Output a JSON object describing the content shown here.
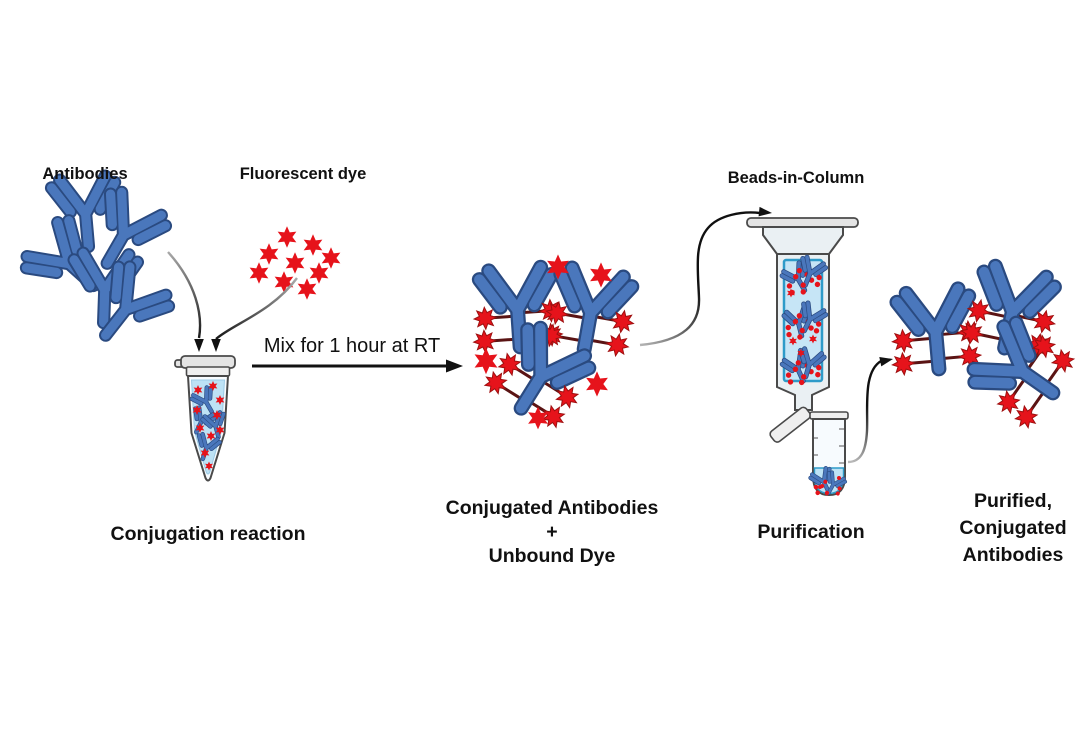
{
  "colors": {
    "background": "#ffffff",
    "text": "#111111",
    "antibody_blue": "#4A77BC",
    "antibody_outline": "#2A4A80",
    "dye_red": "#E6131B",
    "linker_dark_red": "#5A1414",
    "liquid_light_blue": "#BDE2F5",
    "column_liquid_border": "#2E9BC9",
    "labware_outline": "#4A4A4A",
    "arrow_black": "#111111"
  },
  "stage_conjugation": {
    "antibodies_label": "Antibodies",
    "dye_label": "Fluorescent dye",
    "caption": "Conjugation reaction"
  },
  "mix_arrow": {
    "label": "Mix for 1 hour at RT"
  },
  "stage_mixture": {
    "caption_line1": "Conjugated Antibodies",
    "caption_line2": "+",
    "caption_line3": "Unbound Dye"
  },
  "stage_purification": {
    "column_label": "Beads-in-Column",
    "caption": "Purification"
  },
  "stage_purified": {
    "caption_line1": "Purified,",
    "caption_line2": "Conjugated",
    "caption_line3": "Antibodies"
  }
}
